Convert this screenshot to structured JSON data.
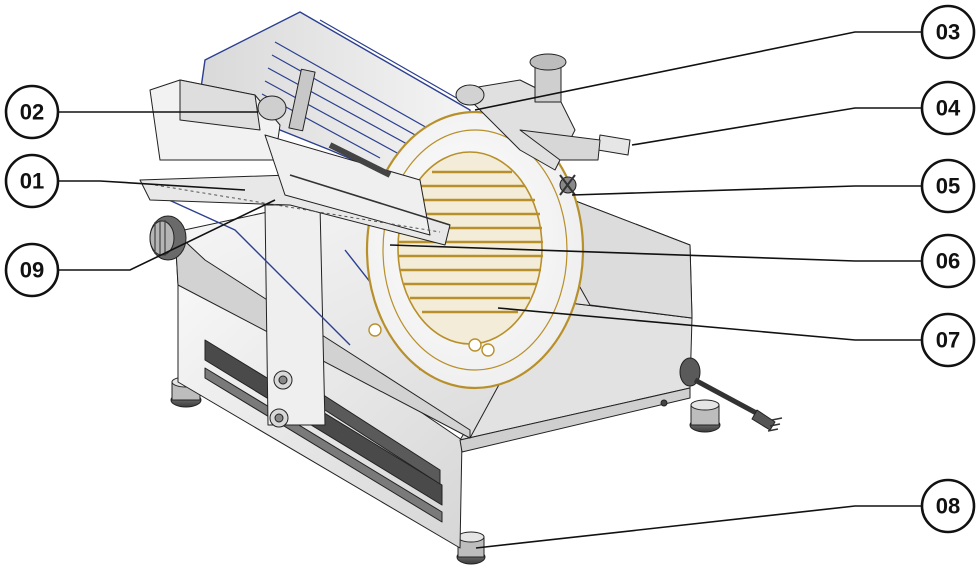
{
  "diagram": {
    "callouts": [
      {
        "id": "01",
        "label": "01"
      },
      {
        "id": "02",
        "label": "02"
      },
      {
        "id": "03",
        "label": "03"
      },
      {
        "id": "04",
        "label": "04"
      },
      {
        "id": "05",
        "label": "05"
      },
      {
        "id": "06",
        "label": "06"
      },
      {
        "id": "07",
        "label": "07"
      },
      {
        "id": "08",
        "label": "08"
      },
      {
        "id": "09",
        "label": "09"
      }
    ]
  },
  "colors": {
    "outline": "#222222",
    "body_fill": "#ececec",
    "shadow_fill": "#cfcfcf",
    "guard_lines": "#2b3f8f",
    "blade_ring": "#b8902b",
    "callout_stroke": "#111111"
  }
}
